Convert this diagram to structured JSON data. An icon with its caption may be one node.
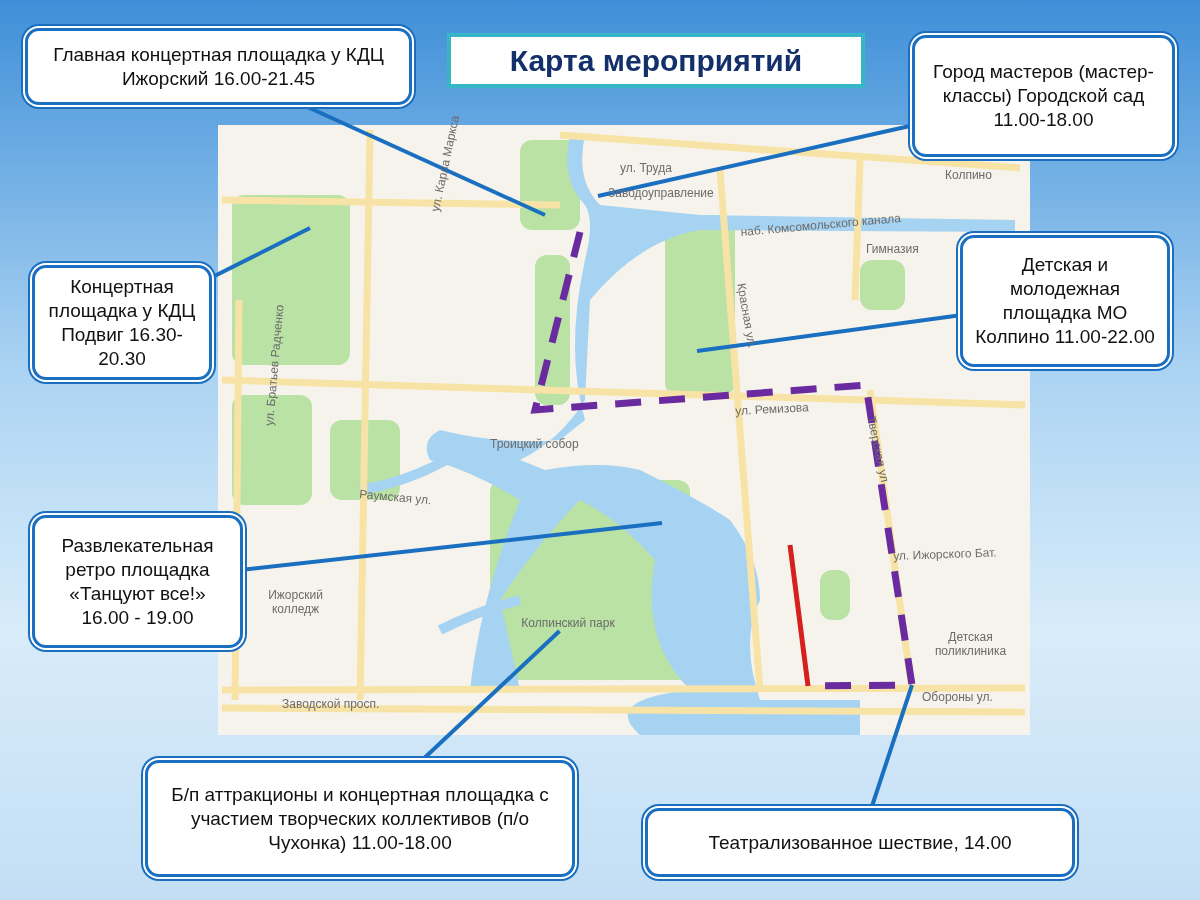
{
  "diagram": {
    "title": "Карта мероприятий",
    "nodes": [
      {
        "text": [
          "Главная концертная площадка у КДЦ Ижорский 16.00-21.45"
        ]
      },
      {
        "text": [
          "Город мастеров (мастер-классы) Городской сад 11.00-18.00"
        ]
      },
      {
        "text": [
          "Концертная площадка у КДЦ Подвиг 16.30-20.30"
        ]
      },
      {
        "text": [
          "Детская и молодежная площадка МО Колпино 11.00-22.00"
        ]
      },
      {
        "text": [
          "Развлекательная ретро площадка «Танцуют все!» 16.00 - 19.00"
        ]
      },
      {
        "text": [
          "Б/п аттракционы и концертная площадка с участием творческих коллективов (п/о Чухонка) 11.00-18.00"
        ]
      },
      {
        "text": [
          "Театрализованное шествие, 14.00"
        ]
      },
      {
        "text": [
          "Колпинский парк"
        ]
      }
    ],
    "edges": [
      {
        "from": 0,
        "to": null,
        "arrow": "none"
      },
      {
        "from": 1,
        "to": null,
        "arrow": "none"
      },
      {
        "from": 2,
        "to": null,
        "arrow": "none"
      },
      {
        "from": 3,
        "to": null,
        "arrow": "none"
      },
      {
        "from": 4,
        "to": null,
        "arrow": "none"
      },
      {
        "from": 5,
        "to": 7,
        "arrow": "none"
      },
      {
        "from": 6,
        "to": null,
        "arrow": "none"
      }
    ],
    "labels": [
      "ул. Труда",
      "Колпино",
      "Заводоуправление",
      "ул. Карла Маркса",
      "наб. Комсомольского канала",
      "ул. Братьев Радченко",
      "Гимназия",
      "Красная ул.",
      "ул. Ремизова",
      "Троицкий собор",
      "Тверская ул.",
      "Раумская ул.",
      "ул. Ижорского Бат.",
      "Ижорский колледж",
      "Детская поликлиника",
      "Заводской просп.",
      "Обороны ул."
    ]
  }
}
